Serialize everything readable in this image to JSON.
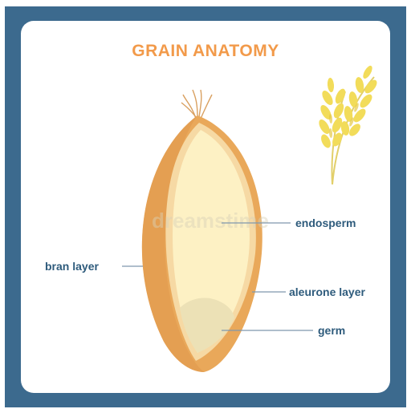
{
  "title": "GRAIN ANATOMY",
  "labels": {
    "endosperm": "endosperm",
    "bran_layer": "bran layer",
    "aleurone_layer": "aleurone layer",
    "germ": "germ"
  },
  "watermark": "dreamstime",
  "colors": {
    "frame": "#3c6a8e",
    "title": "#f29a4a",
    "label": "#2e5b7c",
    "bran": "#e9a85a",
    "aleurone": "#f6d9a4",
    "endosperm": "#fdf1c4",
    "germ": "#ece1b6",
    "wheat": "#f2dc5a"
  },
  "icons": [
    "wheat-ear-icon"
  ]
}
